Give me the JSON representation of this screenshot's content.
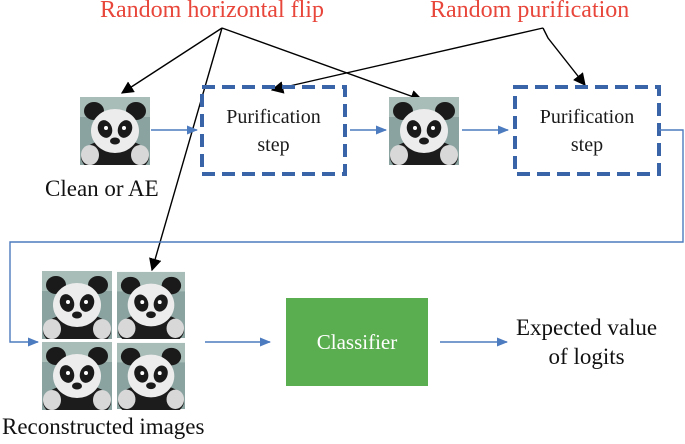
{
  "labels": {
    "random_flip": "Random horizontal flip",
    "random_purification": "Random purification",
    "input": "Clean or AE",
    "purification_step_1_line1": "Purification",
    "purification_step_1_line2": "step",
    "purification_step_2_line1": "Purification",
    "purification_step_2_line2": "step",
    "classifier": "Classifier",
    "output_line1": "Expected value",
    "output_line2": "of logits",
    "reconstructed": "Reconstructed images"
  },
  "colors": {
    "red_text": "#e8463a",
    "dashed_box": "#3a64a8",
    "arrow_blue": "#4d7bbf",
    "classifier_fill": "#5aae4f"
  },
  "icons": [
    "panda-image"
  ]
}
